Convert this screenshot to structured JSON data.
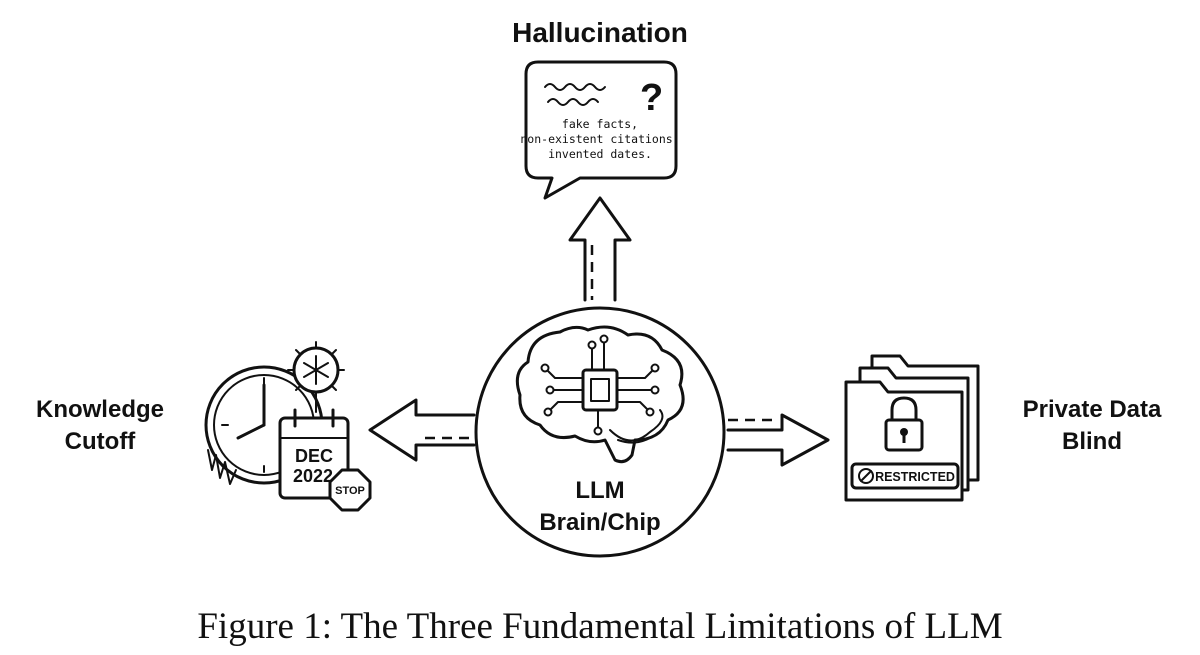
{
  "labels": {
    "top": "Hallucination",
    "left_line1": "Knowledge",
    "left_line2": "Cutoff",
    "right_line1": "Private Data",
    "right_line2": "Blind",
    "center_line1": "LLM",
    "center_line2": "Brain/Chip"
  },
  "speech_bubble": {
    "line1": "fake facts,",
    "line2": "non-existent citations,",
    "line3": "invented dates."
  },
  "calendar": {
    "month": "DEC",
    "year": "2022"
  },
  "stop_sign": "STOP",
  "restricted_badge": "RESTRICTED",
  "caption": "Figure 1: The Three Fundamental Limitations of LLM",
  "icons": [
    "speech-bubble-icon",
    "brain-chip-icon",
    "clock-icon",
    "snowflake-gear-icon",
    "calendar-icon",
    "stop-sign-icon",
    "folder-stack-icon",
    "padlock-icon",
    "restricted-icon"
  ]
}
